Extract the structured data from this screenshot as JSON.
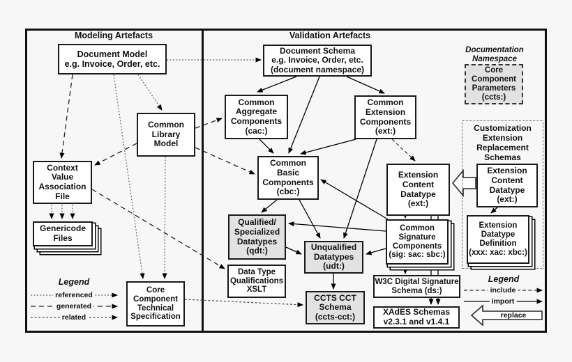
{
  "panels": {
    "modeling": "Modeling Artefacts",
    "validation": "Validation Artefacts"
  },
  "boxes": {
    "document_model": "Document Model\ne.g. Invoice, Order, etc.",
    "common_library_model": "Common\nLibrary\nModel",
    "context_value_association": "Context\nValue\nAssociation\nFile",
    "genericode_files": "Genericode\nFiles",
    "ccts": "Core\nComponent\nTechnical\nSpecification",
    "document_schema": "Document Schema\ne.g. Invoice, Order, etc.\n(document namespace)",
    "cac": "Common\nAggregate\nComponents\n(cac:)",
    "ext": "Common\nExtension\nComponents\n(ext:)",
    "cbc": "Common\nBasic\nComponents\n(cbc:)",
    "qdt": "Qualified/\nSpecialized\nDatatypes\n(qdt:)",
    "udt": "Unqualified\nDatatypes\n(udt:)",
    "dtq_xslt": "Data Type\nQualifications\nXSLT",
    "ccts_cct": "CCTS CCT\nSchema\n(ccts-cct:)",
    "sig": "Common\nSignature\nComponents\n(sig: sac: sbc:)",
    "w3c_ds": "W3C Digital Signature\nSchema (ds:)",
    "xades": "XAdES Schemas\nv2.3.1 and v1.4.1",
    "ecd_left": "Extension\nContent\nDatatype\n(ext:)",
    "ecd_right": "Extension\nContent\nDatatype\n(ext:)",
    "edd": "Extension\nDatatype\nDefinition\n(xxx: xac: xbc:)",
    "ccp": "Core\nComponent\nParameters\n(ccts:)"
  },
  "labels": {
    "documentation_namespace": "Documentation\nNamespace",
    "customization": "Customization\nExtension\nReplacement\nSchemas"
  },
  "legend_left": {
    "title": "Legend",
    "items": [
      "referenced",
      "generated",
      "related"
    ]
  },
  "legend_right": {
    "title": "Legend",
    "items": [
      "include",
      "import",
      "replace"
    ]
  },
  "colors": {
    "background": "#f7f7f7",
    "box_fill": "#ffffff",
    "gray_fill": "#e2e2e2",
    "line": "#000000"
  }
}
